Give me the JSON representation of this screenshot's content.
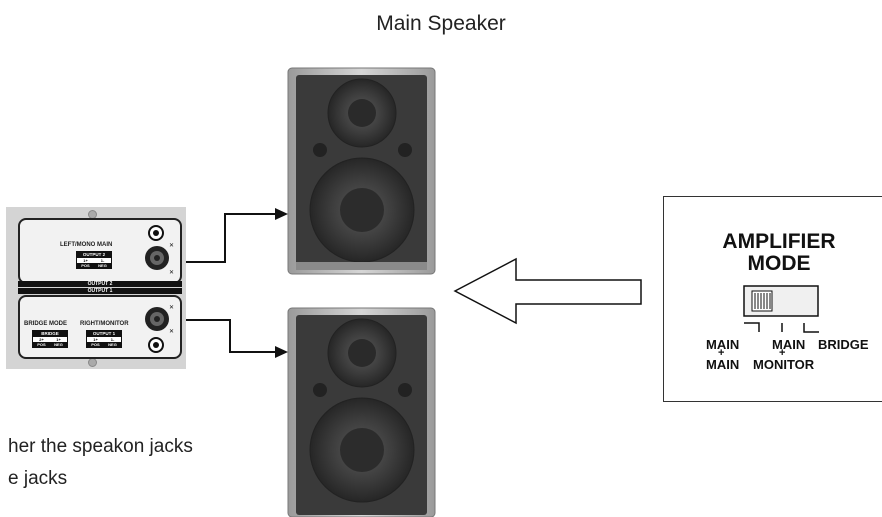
{
  "title": "Main Speaker",
  "caption": {
    "line1": "her the speakon jacks",
    "line2": "e jacks"
  },
  "panel": {
    "top_label": "LEFT/MONO MAIN",
    "top_output": "OUTPUT 2",
    "pos": "POS",
    "neg": "NEG",
    "plus_pin": "1+",
    "minus_pin": "1-",
    "strip_top": "OUTPUT 2",
    "strip_bottom": "OUTPUT 1",
    "bridge_label": "BRIDGE MODE",
    "bridge_box": "BRIDGE",
    "bridge_plus": "2+",
    "bridge_minus": "1+",
    "right_label": "RIGHT/MONITOR",
    "bottom_output": "OUTPUT 1"
  },
  "mode": {
    "title_line1": "AMPLIFIER",
    "title_line2": "MODE",
    "opt1_line1": "MAIN",
    "opt1_plus": "+",
    "opt1_line2": "MAIN",
    "opt2_line1": "MAIN",
    "opt2_plus": "+",
    "opt2_line2": "MONITOR",
    "opt3": "BRIDGE"
  },
  "colors": {
    "arrow": "#111111",
    "speaker_frame": "#bdbdbd",
    "speaker_body": "#3a3a3a",
    "panel_bg": "#d4d4d4"
  }
}
